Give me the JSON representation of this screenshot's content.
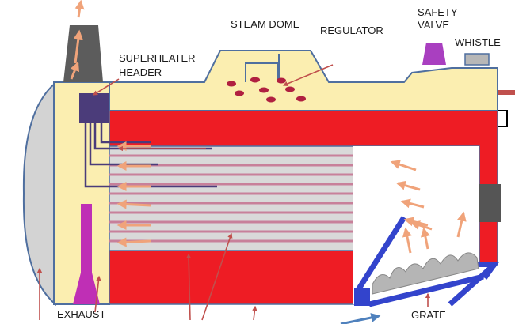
{
  "labels": {
    "steam_dome": "STEAM DOME",
    "regulator": "REGULATOR",
    "safety_valve_line1": "SAFETY",
    "safety_valve_line2": "VALVE",
    "whistle": "WHISTLE",
    "superheater_line1": "SUPERHEATER",
    "superheater_line2": "HEADER",
    "exhaust": "EXHAUST",
    "grate": "GRATE"
  },
  "colors": {
    "water": "#fbeeb0",
    "fire": "#ee1c24",
    "tube_fill": "#d9d9d9",
    "tube_line": "#c8809a",
    "outline": "#4f6f9f",
    "smokebox_cover": "#d3d3d3",
    "chimney": "#5c5c5c",
    "header": "#4b3c7a",
    "exhaust_pipe": "#bf2fb5",
    "safety_valve": "#a93fc0",
    "whistle": "#b7b7b7",
    "grate": "#3344cc",
    "door": "#555555",
    "steam_bubble": "#b02040",
    "hot_gas_arrow": "#f0a37a",
    "heat_arrow": "#c0504d"
  }
}
